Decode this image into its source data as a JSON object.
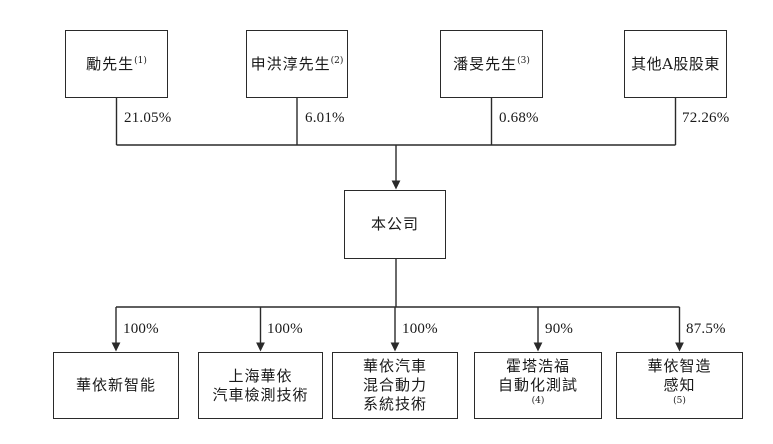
{
  "diagram": {
    "title": "ownership-structure",
    "colors": {
      "line": "#2a2a2a",
      "text": "#1a1a1a",
      "background": "#ffffff"
    },
    "shareholders": [
      {
        "name": "勵先生",
        "sup": "(1)",
        "pct": "21.05%"
      },
      {
        "name": "申洪淳先生",
        "sup": "(2)",
        "pct": "6.01%"
      },
      {
        "name": "潘旻先生",
        "sup": "(3)",
        "pct": "0.68%"
      },
      {
        "name": "其他A股股東",
        "sup": "",
        "pct": "72.26%"
      }
    ],
    "company": {
      "name": "本公司"
    },
    "subsidiaries": [
      {
        "line1": "華依新智能",
        "line2": "",
        "line3": "",
        "sup": "",
        "pct": "100%"
      },
      {
        "line1": "上海華依",
        "line2": "汽車檢測技術",
        "line3": "",
        "sup": "",
        "pct": "100%"
      },
      {
        "line1": "華依汽車",
        "line2": "混合動力",
        "line3": "系統技術",
        "sup": "",
        "pct": "100%"
      },
      {
        "line1": "霍塔浩福",
        "line2": "自動化測試",
        "line3": "",
        "sup": "(4)",
        "pct": "90%"
      },
      {
        "line1": "華依智造",
        "line2": "感知",
        "line3": "",
        "sup": "(5)",
        "pct": "87.5%"
      }
    ]
  }
}
